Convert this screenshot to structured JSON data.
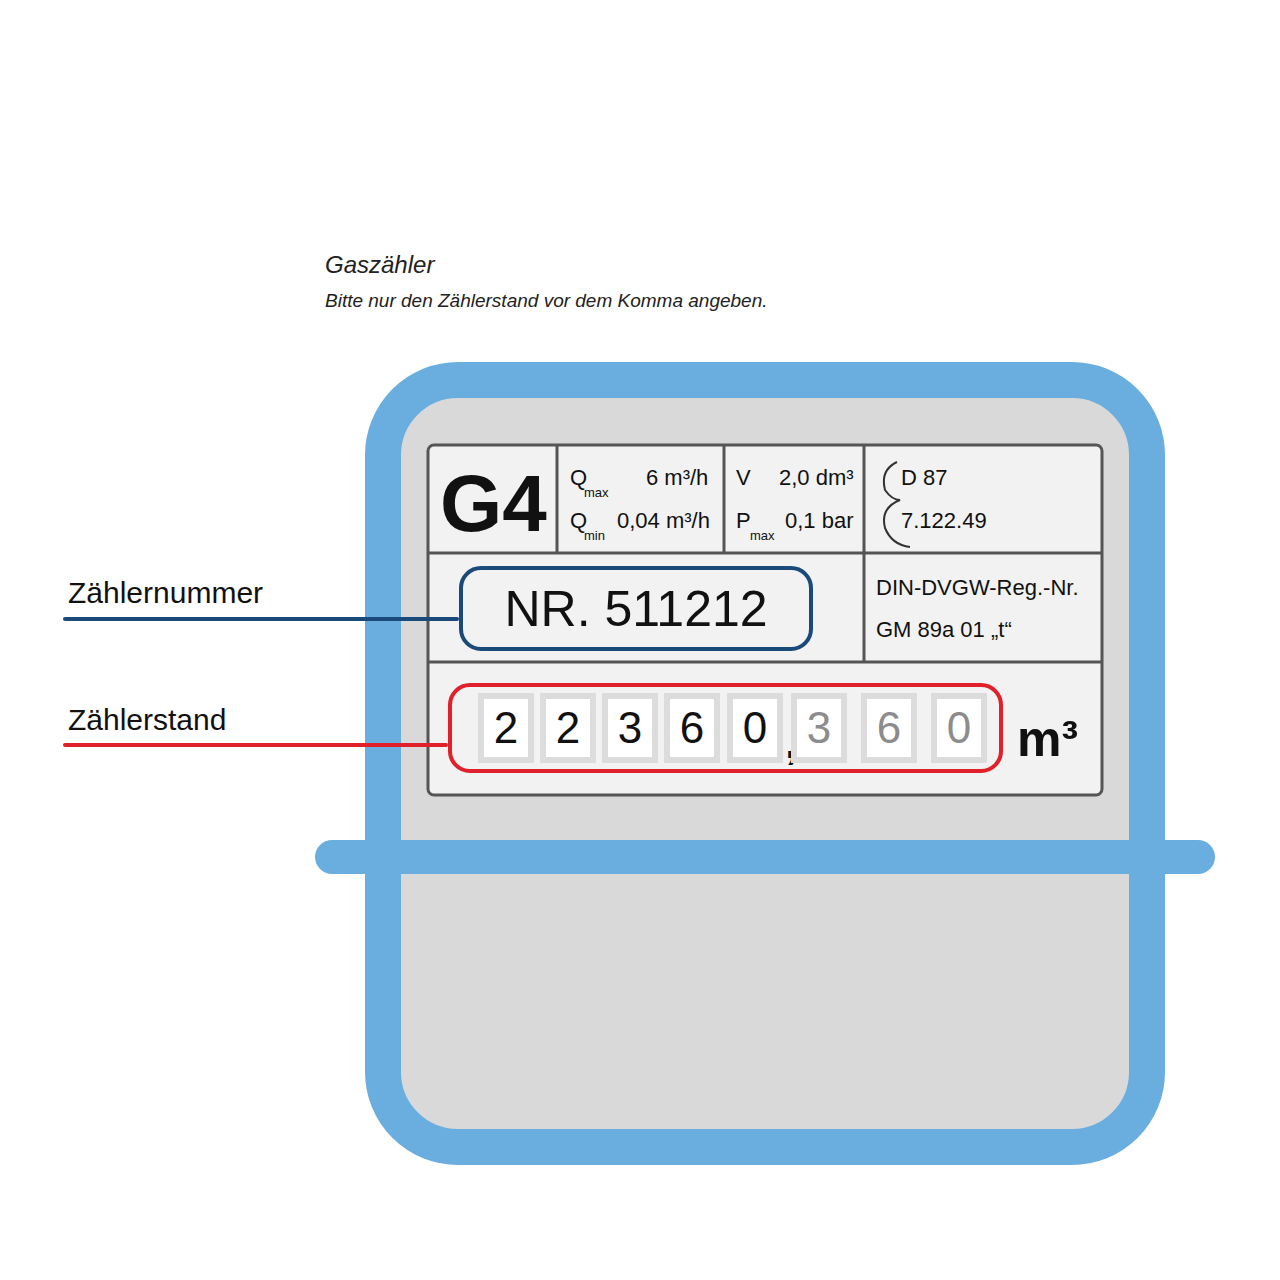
{
  "diagram": {
    "title": "Gaszähler",
    "caption": "Bitte nur den Zählerstand vor dem Komma angeben.",
    "nodes": [
      {
        "text": [
          "NR. 511212"
        ]
      },
      {
        "text": [
          "2",
          "2",
          "3",
          "6",
          "0",
          ",",
          "3",
          "6",
          "0"
        ]
      }
    ],
    "labels": [
      "G4",
      "Q",
      "max",
      "6 m³/h",
      "Q",
      "min",
      "0,04 m³/h",
      "V",
      "2,0 dm³",
      "P",
      "max",
      "0,1 bar",
      "D 87",
      "7.122.49",
      "DIN-DVGW-Reg.-Nr.",
      "GM 89a 01 „t“",
      "m³",
      "Zählernummer",
      "Zählerstand"
    ]
  }
}
